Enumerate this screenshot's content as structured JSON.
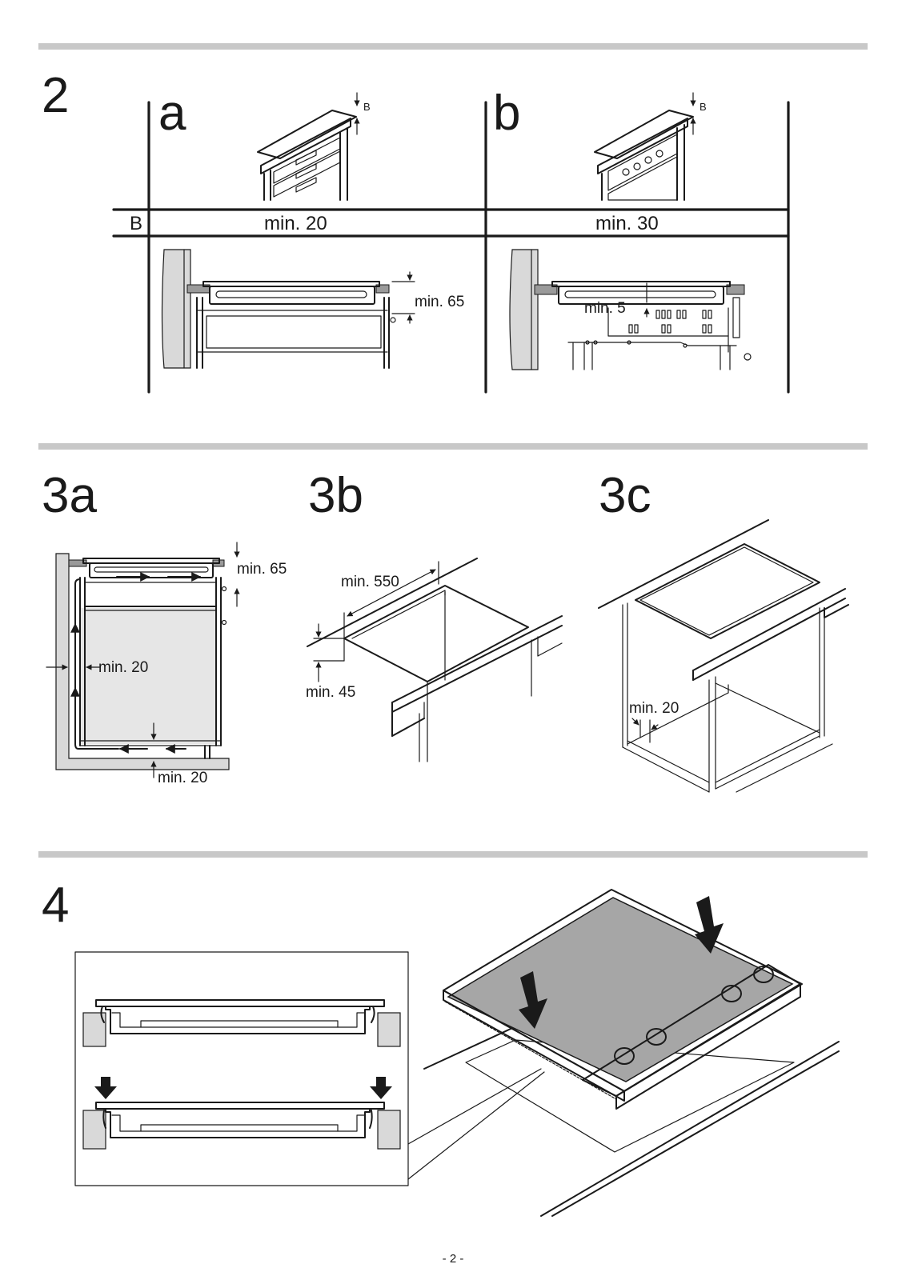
{
  "section2": {
    "number": "2",
    "panel_a": {
      "letter": "a",
      "gap_label": "B",
      "value": "min. 20",
      "depth_label": "min. 65"
    },
    "panel_b": {
      "letter": "b",
      "gap_label": "B",
      "value": "min. 30",
      "clearance_label": "min. 5"
    },
    "row_label": "B"
  },
  "section3": {
    "fig_a": {
      "number": "3a",
      "top_label": "min. 65",
      "side_label": "min. 20",
      "bottom_label": "min. 20"
    },
    "fig_b": {
      "number": "3b",
      "depth_label": "min. 550",
      "edge_label": "min. 45"
    },
    "fig_c": {
      "number": "3c",
      "side_label": "min. 20"
    }
  },
  "section4": {
    "number": "4"
  },
  "footer": {
    "page": "- 2 -"
  },
  "colors": {
    "divider": "#c8c8c8",
    "hob_glass": "#a6a6a6",
    "wall_fill": "#d9d9d9",
    "ink": "#1a1a1a"
  }
}
